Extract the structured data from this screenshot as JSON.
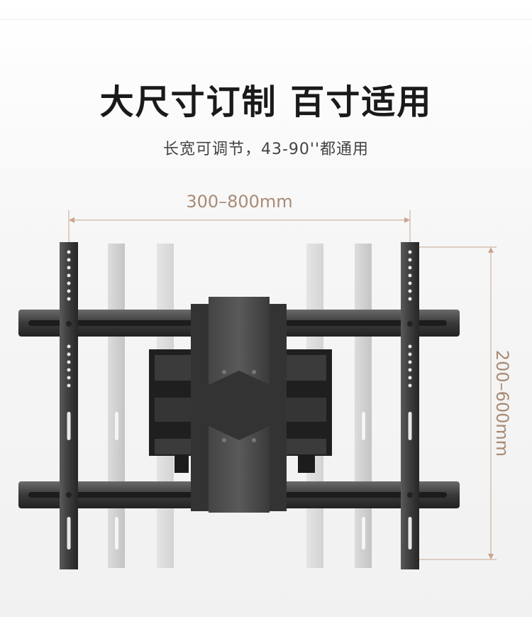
{
  "title": "大尺寸订制 百寸适用",
  "subtitle": "长宽可调节，43-90''都通用",
  "width_range": "300–800mm",
  "height_range": "200–600mm",
  "colors": {
    "accent": "#a98b76",
    "bracket": "#3a3a3a",
    "ghost": "#c9c9c9"
  }
}
